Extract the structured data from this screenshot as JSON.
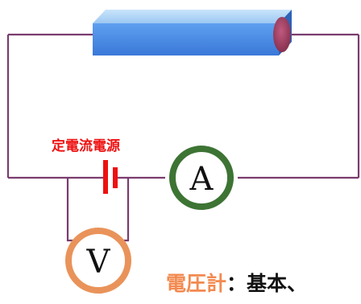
{
  "diagram": {
    "source_label": "定電流電源",
    "ammeter_symbol": "A",
    "voltmeter_symbol": "V",
    "note": {
      "term": "電圧計",
      "rest": "：基本、"
    }
  },
  "colors": {
    "wire": "#7a3c6e",
    "sample_top": "#a9d2f7",
    "sample_front": "#4f94ea",
    "sample_end": "#a0405f",
    "battery": "#ee1111",
    "source_label": "#ee1111",
    "ammeter_ring": "#3d7434",
    "voltmeter_ring": "#e9935a",
    "note_term": "#f28a50",
    "note_rest": "#111111"
  }
}
